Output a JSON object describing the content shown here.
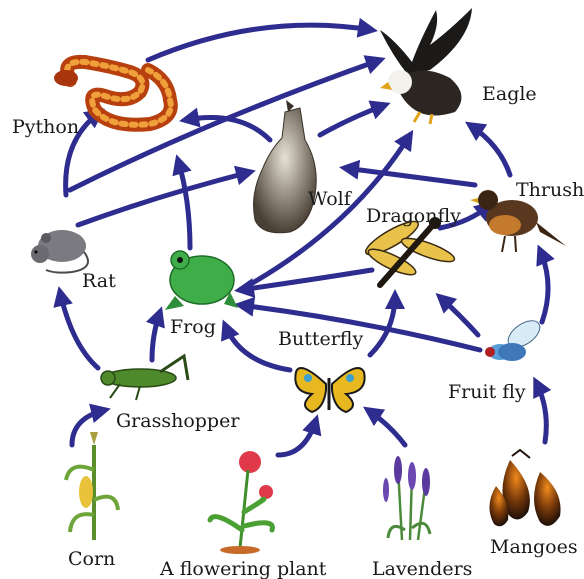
{
  "diagram": {
    "labels": {
      "eagle": "Eagle",
      "python": "Python",
      "wolf": "Wolf",
      "thrush": "Thrush",
      "dragonfly": "Dragonfly",
      "rat": "Rat",
      "frog": "Frog",
      "butterfly": "Butterfly",
      "fruit_fly": "Fruit fly",
      "grasshopper": "Grasshopper",
      "corn": "Corn",
      "flowering_plant": "A flowering plant",
      "lavenders": "Lavenders",
      "mangoes": "Mangoes"
    },
    "arrow_color": "#2e2d8f",
    "organism_icons": [
      "eagle-icon",
      "python-icon",
      "wolf-icon",
      "thrush-icon",
      "dragonfly-icon",
      "rat-icon",
      "frog-icon",
      "butterfly-icon",
      "fruit-fly-icon",
      "grasshopper-icon",
      "corn-icon",
      "flowering-plant-icon",
      "lavenders-icon",
      "mangoes-icon"
    ]
  }
}
